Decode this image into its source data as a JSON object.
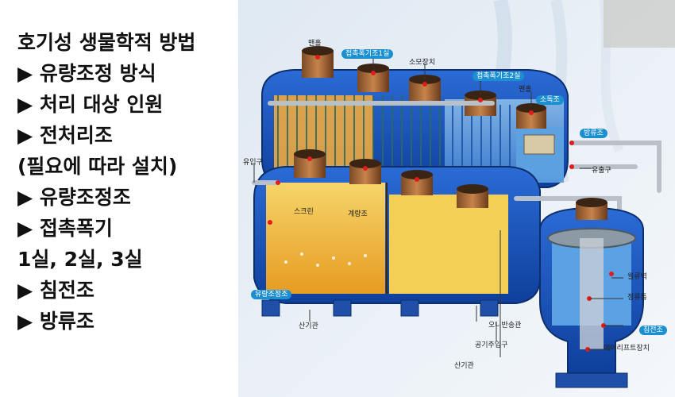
{
  "heading": {
    "lines": [
      "호기성 생물학적 방법",
      "▶ 유량조정 방식",
      "▶ 처리 대상 인원",
      "▶ 전처리조",
      "(필요에 따라 설치)",
      "▶ 유량조정조",
      "▶ 접촉폭기",
      "1실, 2실, 3실",
      "▶ 침전조",
      "▶ 방류조"
    ]
  },
  "diagram": {
    "labels_boxed": {
      "contact1": "접촉폭기조1실",
      "contact2": "접촉폭기조2실",
      "disinfect": "소독조",
      "discharge": "방류조",
      "flow_adjust": "유량조정조",
      "settling": "침전조"
    },
    "labels_plain": {
      "manhole": "맨홀",
      "defoamer": "소모장치",
      "manhole2": "맨홀",
      "inlet": "유입구",
      "screen": "스크린",
      "weir": "계량조",
      "outlet": "유출구",
      "air_pipe1": "산기관",
      "sludge_return": "오니반송관",
      "air_supply": "공기주입구",
      "air_pipe2": "산기관",
      "baffle": "월류벽",
      "center_pipe": "정류통",
      "airlift": "에어리프트장치"
    }
  }
}
